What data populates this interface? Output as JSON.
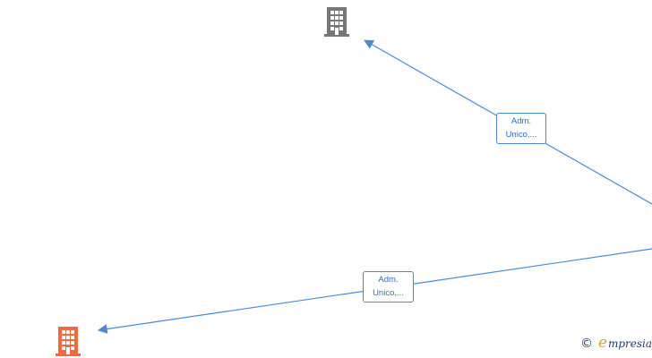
{
  "nodes": [
    {
      "id": "company-top",
      "icon": "building-icon",
      "color": "#777777"
    },
    {
      "id": "company-bottom-left",
      "icon": "building-icon",
      "color": "#f26a3c"
    }
  ],
  "edges": [
    {
      "id": "edge-top",
      "label_line1": "Adm.",
      "label_line2": "Unico,...",
      "color": "#4a8ad4"
    },
    {
      "id": "edge-bottom",
      "label_line1": "Adm.",
      "label_line2": "Unico,...",
      "color": "#4a8ad4"
    }
  ],
  "watermark": {
    "copyright_symbol": "©",
    "brand_first_letter": "e",
    "brand_rest": "mpresia",
    "brand_accent_color": "#e8a21f",
    "brand_color": "#1f3b6b"
  }
}
